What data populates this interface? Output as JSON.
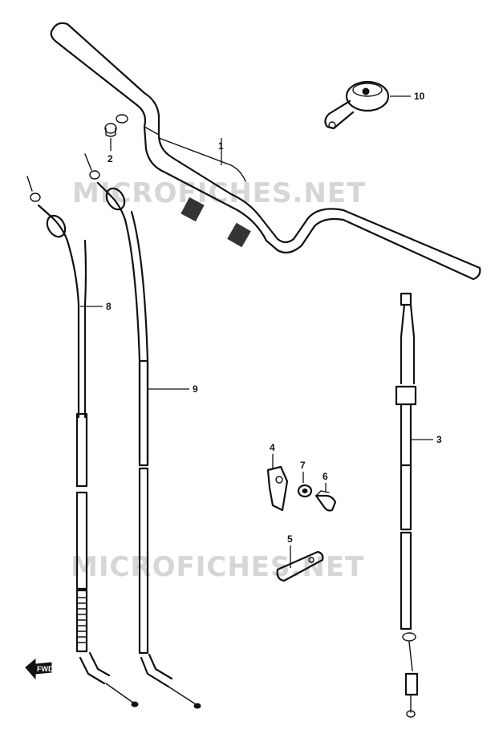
{
  "diagram": {
    "watermark_top": "MICROFICHES.NET",
    "watermark_bottom": "MICROFICHES.NET",
    "fwd_label": "FWD",
    "callouts": {
      "handlebar": "1",
      "cap": "2",
      "cable_right": "3",
      "cable_clamp": "4",
      "cable_guide": "5",
      "bolt": "6",
      "washer": "7",
      "cable_left": "8",
      "cable_middle": "9",
      "throttle_grip": "10"
    }
  }
}
